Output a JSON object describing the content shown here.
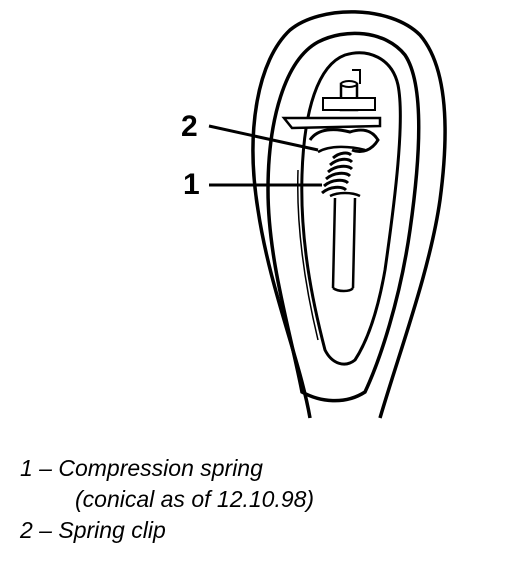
{
  "callouts": [
    {
      "number": "2",
      "target": "spring-clip"
    },
    {
      "number": "1",
      "target": "compression-spring"
    }
  ],
  "legend": {
    "item1_line1": "1 – Compression spring",
    "item1_line2": "(conical as of 12.10.98)",
    "item2": "2 – Spring clip"
  },
  "colors": {
    "ink": "#000000",
    "paper": "#ffffff"
  }
}
